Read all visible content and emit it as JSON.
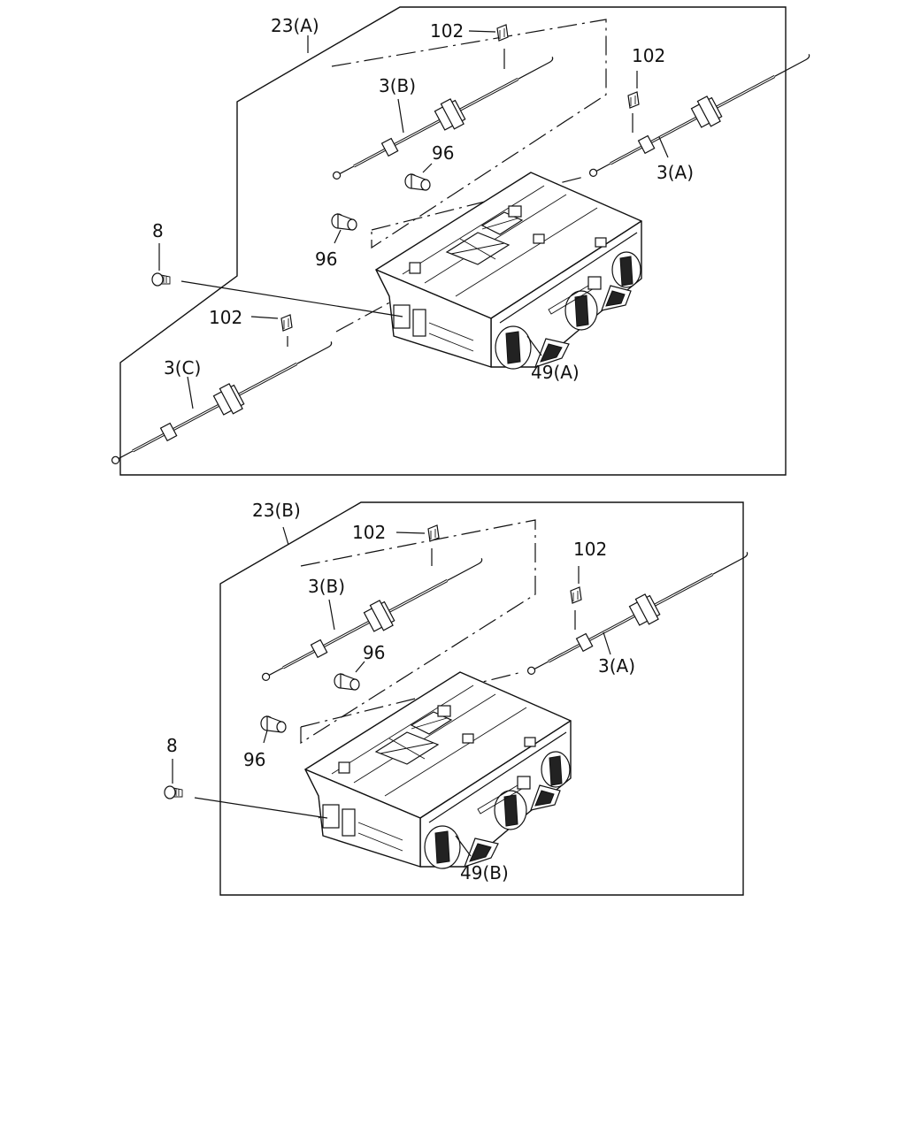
{
  "diagram": {
    "assembly_a": {
      "title": "23(A)",
      "labels": {
        "clip_top": "102",
        "clip_right": "102",
        "clip_left": "102",
        "cable_b": "3(B)",
        "cable_a": "3(A)",
        "cable_c": "3(C)",
        "knob_upper": "96",
        "knob_lower": "96",
        "screw": "8",
        "control_unit": "49(A)"
      }
    },
    "assembly_b": {
      "title": "23(B)",
      "labels": {
        "clip_top": "102",
        "clip_right": "102",
        "cable_b": "3(B)",
        "cable_a": "3(A)",
        "knob_upper": "96",
        "knob_lower": "96",
        "screw": "8",
        "control_unit": "49(B)"
      }
    }
  }
}
